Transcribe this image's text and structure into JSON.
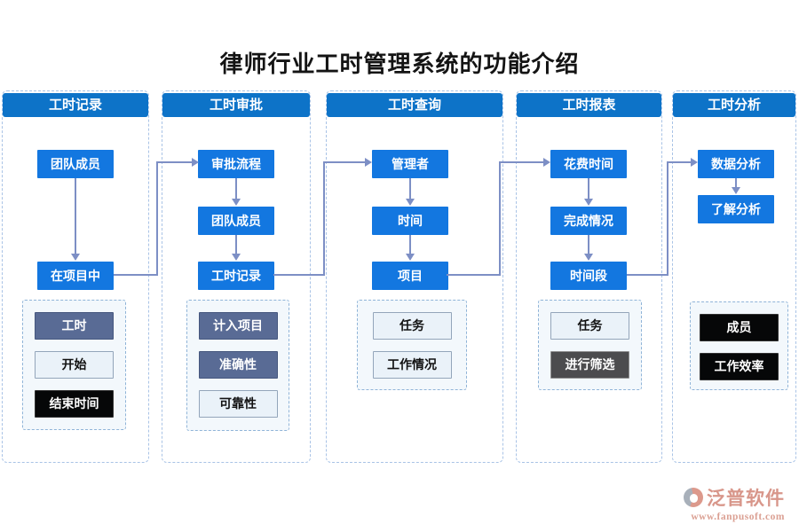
{
  "title": "律师行业工时管理系统的功能介绍",
  "columns": [
    {
      "header": "工时记录",
      "flow": [
        "团队成员",
        "在项目中"
      ],
      "features": [
        {
          "label": "工时",
          "style": "slate"
        },
        {
          "label": "开始",
          "style": "light"
        },
        {
          "label": "结束时间",
          "style": "black"
        }
      ]
    },
    {
      "header": "工时审批",
      "flow": [
        "审批流程",
        "团队成员",
        "工时记录"
      ],
      "features": [
        {
          "label": "计入项目",
          "style": "slate"
        },
        {
          "label": "准确性",
          "style": "slate"
        },
        {
          "label": "可靠性",
          "style": "light"
        }
      ]
    },
    {
      "header": "工时查询",
      "flow": [
        "管理者",
        "时间",
        "项目"
      ],
      "features": [
        {
          "label": "任务",
          "style": "light"
        },
        {
          "label": "工作情况",
          "style": "light"
        }
      ]
    },
    {
      "header": "工时报表",
      "flow": [
        "花费时间",
        "完成情况",
        "时间段"
      ],
      "features": [
        {
          "label": "任务",
          "style": "light"
        },
        {
          "label": "进行筛选",
          "style": "gray"
        }
      ]
    },
    {
      "header": "工时分析",
      "flow": [
        "数据分析",
        "了解分析"
      ],
      "features": [
        {
          "label": "成员",
          "style": "black"
        },
        {
          "label": "工作效率",
          "style": "black"
        }
      ]
    }
  ],
  "watermark": {
    "text": "泛普软件"
  },
  "footer": {
    "brand": "泛普软件",
    "url": "www.fanpusoft.com"
  },
  "colors": {
    "header_blue": "#0d73c8",
    "flow_blue": "#1377e0",
    "connector": "#7d8fc5",
    "slate_box": "#596b95",
    "light_box": "#eaf2f9",
    "black_box": "#060708",
    "gray_box": "#4c4c4e",
    "dashed_border": "#a9c3e6",
    "brand_salmon": "#d8968a"
  }
}
